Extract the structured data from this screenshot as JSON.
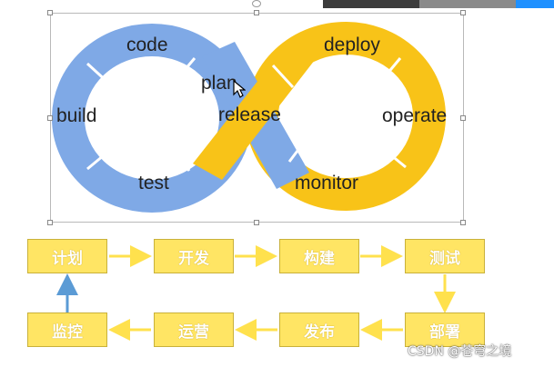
{
  "loop_labels": {
    "code": "code",
    "build": "build",
    "test": "test",
    "plan": "plan",
    "release": "release",
    "deploy": "deploy",
    "operate": "operate",
    "monitor": "monitor"
  },
  "flow_steps": {
    "plan": "计划",
    "develop": "开发",
    "build": "构建",
    "test": "测试",
    "deploy": "部署",
    "release": "发布",
    "operate": "运营",
    "monitor": "监控"
  },
  "watermark": "CSDN @苍穹之境",
  "colors": {
    "dev_loop": "#7fa9e6",
    "ops_loop": "#f8c318",
    "box_fill": "#ffe564",
    "arrow_yellow": "#ffe14d",
    "arrow_blue": "#5b9bd5"
  }
}
